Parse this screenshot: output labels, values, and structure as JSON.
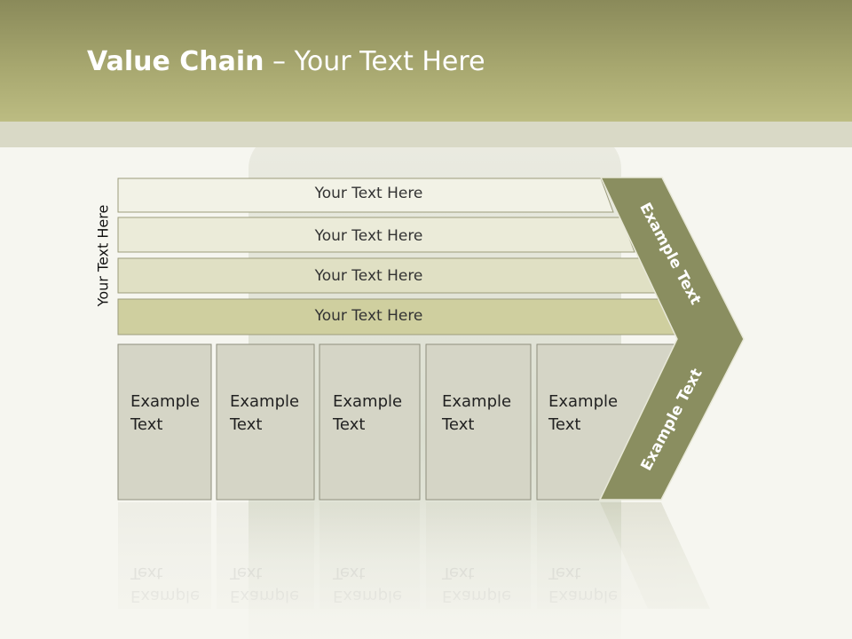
{
  "title": {
    "bold": "Value Chain",
    "rest": " – Your Text Here"
  },
  "vertical_label": "Your Text Here",
  "bands": [
    "Your Text Here",
    "Your Text Here",
    "Your Text Here",
    "Your Text Here"
  ],
  "boxes": [
    {
      "line1": "Example",
      "line2": "Text"
    },
    {
      "line1": "Example",
      "line2": "Text"
    },
    {
      "line1": "Example",
      "line2": "Text"
    },
    {
      "line1": "Example",
      "line2": "Text"
    },
    {
      "line1": "Example",
      "line2": "Text"
    }
  ],
  "chevron": {
    "upper": "Example Text",
    "lower": "Example Text"
  },
  "colors": {
    "header": "#a7a76f",
    "chevron": "#8a8e60",
    "box": "#d5d5c6",
    "band1": "#f2f2e8",
    "band4": "#cfcf9f"
  }
}
